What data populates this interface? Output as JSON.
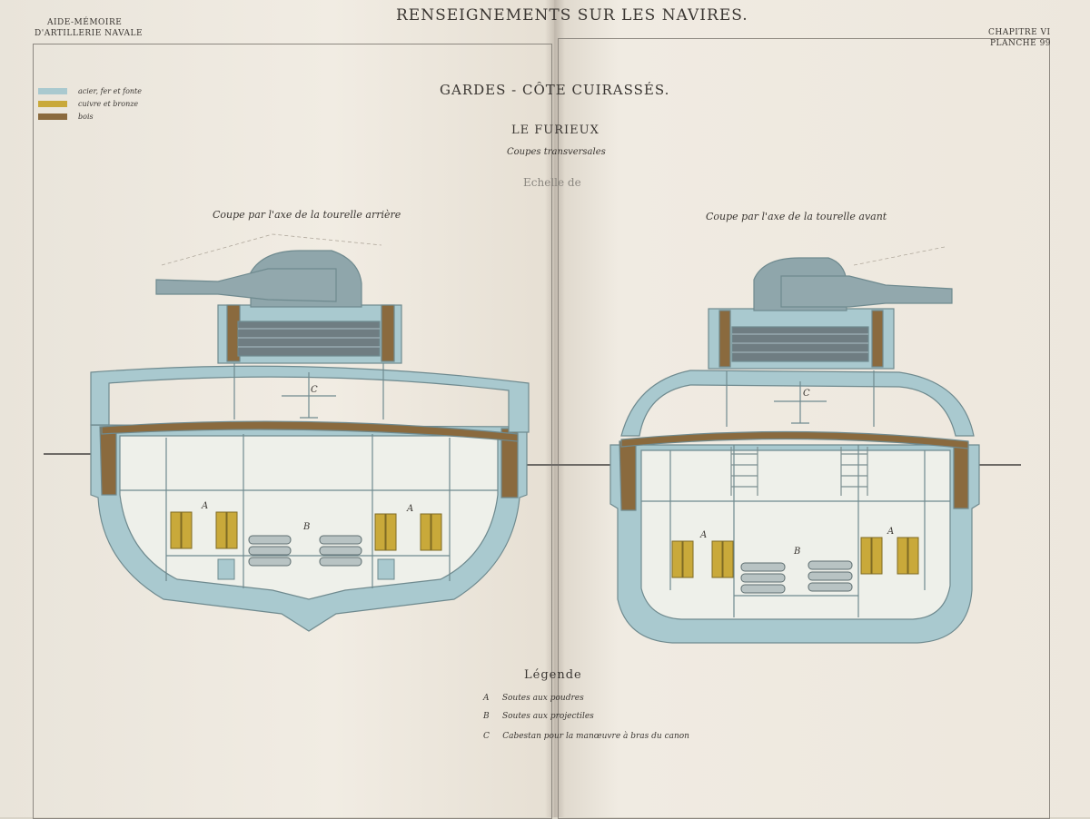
{
  "header": {
    "left_line1": "AIDE-MÉMOIRE",
    "left_line2": "D'ARTILLERIE NAVALE",
    "center": "RENSEIGNEMENTS SUR LES NAVIRES.",
    "right_line1": "CHAPITRE VI",
    "right_line2": "PLANCHE 99"
  },
  "material_key": [
    {
      "label": "acier, fer et fonte",
      "color": "#a9c9cf"
    },
    {
      "label": "cuivre et bronze",
      "color": "#c9a93a"
    },
    {
      "label": "bois",
      "color": "#8a6a3e"
    }
  ],
  "title": {
    "line1": "GARDES - CÔTE CUIRASSÉS.",
    "ship": "LE FURIEUX",
    "subtitle": "Coupes transversales",
    "scale": "Echelle de"
  },
  "sections": {
    "rear_caption": "Coupe par l'axe de la tourelle arrière",
    "front_caption": "Coupe par l'axe de la tourelle avant"
  },
  "labels": {
    "A": "A",
    "B": "B",
    "C": "C"
  },
  "legend": {
    "title": "Légende",
    "items": [
      {
        "key": "A",
        "text": "Soutes aux poudres"
      },
      {
        "key": "B",
        "text": "Soutes aux projectiles"
      },
      {
        "key": "C",
        "text": "Cabestan pour la manœuvre à bras du canon"
      }
    ]
  }
}
